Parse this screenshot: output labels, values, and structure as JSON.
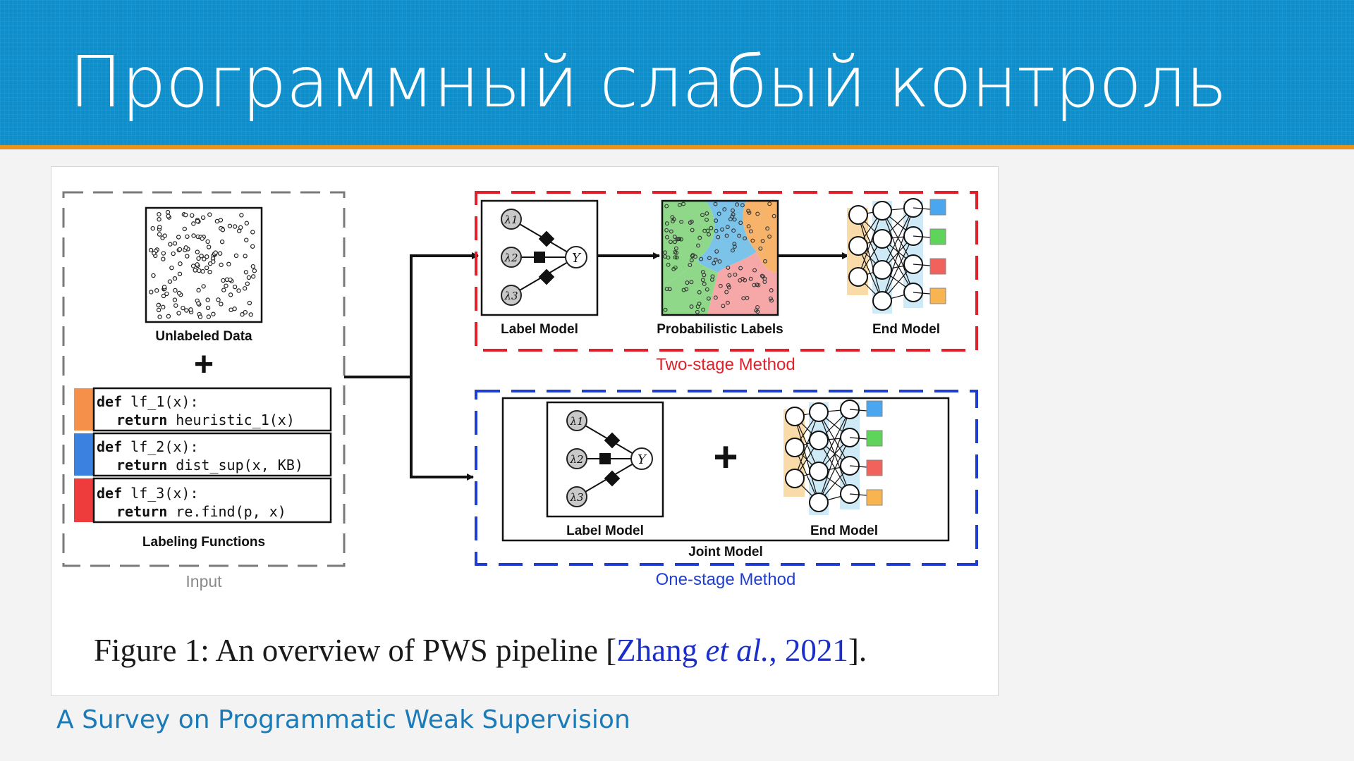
{
  "slide": {
    "title": "Программный слабый контроль",
    "source_link": "A Survey on Programmatic Weak Supervision"
  },
  "colors": {
    "header_bg": "#0d8fcd",
    "header_rule": "#e8941a",
    "two_stage": "#e0202a",
    "one_stage": "#1f3ed1",
    "lf_orange": "#f5904a",
    "lf_blue": "#3b82e0",
    "lf_red": "#ee3b3b"
  },
  "figure": {
    "input": {
      "unlabeled_label": "Unlabeled Data",
      "plus": "+",
      "functions": [
        {
          "line1_kw": "def",
          "line1_rest": " lf_1(x):",
          "line2_kw": "return",
          "line2_rest": " heuristic_1(x)"
        },
        {
          "line1_kw": "def",
          "line1_rest": " lf_2(x):",
          "line2_kw": "return",
          "line2_rest": " dist_sup(x, KB)"
        },
        {
          "line1_kw": "def",
          "line1_rest": " lf_3(x):",
          "line2_kw": "return",
          "line2_rest": " re.find(p, x)"
        }
      ],
      "functions_label": "Labeling Functions",
      "caption": "Input"
    },
    "two_stage": {
      "label_model": "Label Model",
      "probabilistic_labels": "Probabilistic Labels",
      "end_model": "End Model",
      "caption": "Two-stage Method"
    },
    "one_stage": {
      "label_model": "Label Model",
      "plus": "+",
      "end_model": "End Model",
      "joint_model": "Joint Model",
      "caption": "One-stage Method"
    },
    "nodes": {
      "l1": "λ1",
      "l2": "λ2",
      "l3": "λ3",
      "y": "Y"
    },
    "caption": {
      "prefix": "Figure 1:  An overview of PWS pipeline [",
      "cite_author": "Zhang ",
      "cite_etal": "et al.",
      "cite_year": ", 2021",
      "suffix": "]."
    }
  }
}
